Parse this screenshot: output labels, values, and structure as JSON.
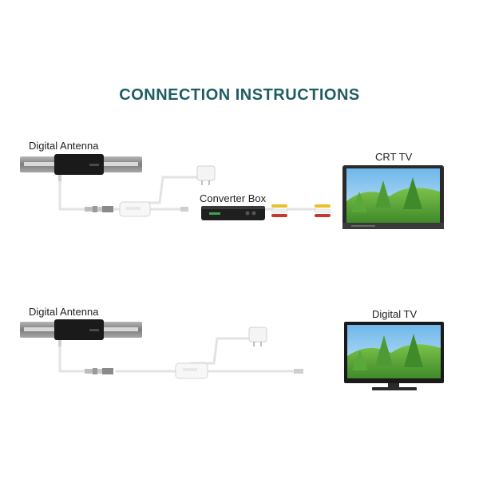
{
  "title": "CONNECTION INSTRUCTIONS",
  "colors": {
    "title": "#1f5d63",
    "cable": "#e3e3e3",
    "antenna_dark": "#1a1a1a",
    "antenna_silver": "#9a9a9a",
    "rca_yellow": "#e8c22a",
    "rca_white": "#f2f2f2",
    "rca_red": "#c8362c",
    "screen_sky": "#9fd3f0",
    "screen_grass": "#6cb43c"
  },
  "diagram1": {
    "antenna_label": "Digital Antenna",
    "box_label": "Converter Box",
    "tv_label": "CRT TV"
  },
  "diagram2": {
    "antenna_label": "Digital Antenna",
    "tv_label": "Digital TV"
  },
  "icons": [
    "antenna-icon",
    "power-adapter-icon",
    "amplifier-icon",
    "converter-box-icon",
    "rca-connector-icon",
    "tv-icon"
  ]
}
